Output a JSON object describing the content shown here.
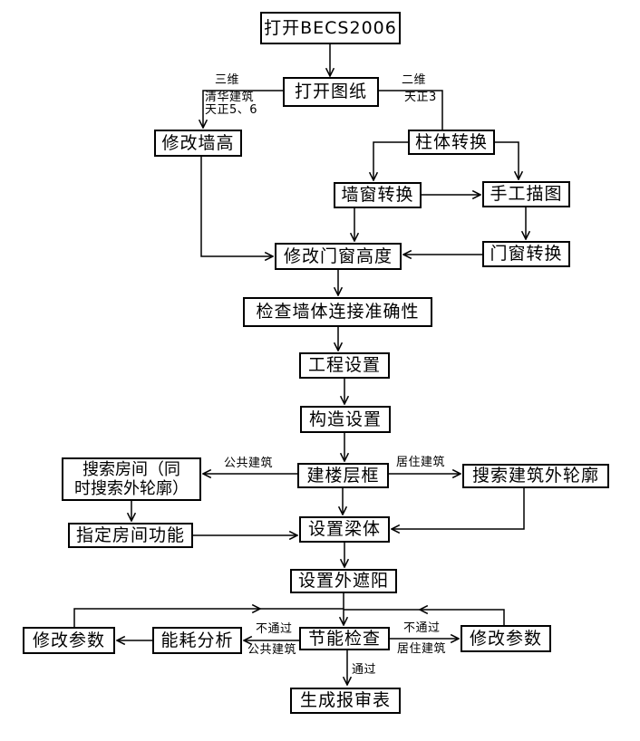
{
  "diagram": {
    "colors": {
      "background": "#ffffff",
      "line": "#000000",
      "text": "#000000"
    },
    "nodes": {
      "open_becs": {
        "label": "打开BECS2006"
      },
      "open_drawing": {
        "label": "打开图纸"
      },
      "modify_wall_height": {
        "label": "修改墙高"
      },
      "column_convert": {
        "label": "柱体转换"
      },
      "wall_window_convert": {
        "label": "墙窗转换"
      },
      "manual_trace": {
        "label": "手工描图"
      },
      "door_window_convert": {
        "label": "门窗转换"
      },
      "modify_door_window_height": {
        "label": "修改门窗高度"
      },
      "check_wall_connection": {
        "label": "检查墙体连接准确性"
      },
      "project_settings": {
        "label": "工程设置"
      },
      "construction_settings": {
        "label": "构造设置"
      },
      "build_floor_frame": {
        "label": "建楼层框"
      },
      "search_rooms": {
        "label": "搜索房间（同\n时搜索外轮廓）"
      },
      "assign_room_function": {
        "label": "指定房间功能"
      },
      "search_building_outline": {
        "label": "搜索建筑外轮廓"
      },
      "set_beams": {
        "label": "设置梁体"
      },
      "set_exterior_shading": {
        "label": "设置外遮阳"
      },
      "energy_check": {
        "label": "节能检查"
      },
      "energy_analysis": {
        "label": "能耗分析"
      },
      "modify_params_left": {
        "label": "修改参数"
      },
      "modify_params_right": {
        "label": "修改参数"
      },
      "generate_report": {
        "label": "生成报审表"
      }
    },
    "edge_labels": {
      "three_d": "三维",
      "three_d_tools": "清华建筑\n天正5、6",
      "two_d": "二维",
      "two_d_tool": "天正3",
      "public_building_branch": "公共建筑",
      "residential_branch": "居住建筑",
      "fail_left_top": "不通过",
      "fail_left_bottom": "公共建筑",
      "fail_right_top": "不通过",
      "fail_right_bottom": "居住建筑",
      "pass": "通过"
    }
  }
}
